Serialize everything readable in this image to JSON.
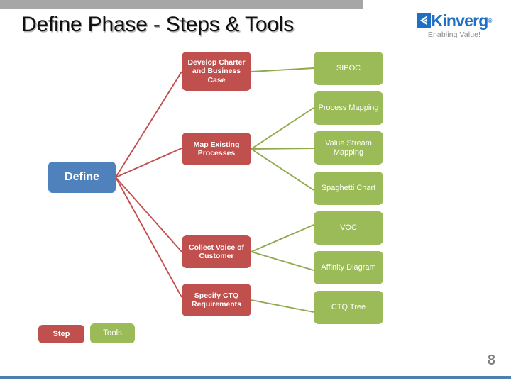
{
  "slide": {
    "title": "Define Phase - Steps & Tools",
    "page_number": "8",
    "accent_blue": "#4f81bd",
    "step_red": "#c0504d",
    "tool_green": "#9bbb59",
    "top_bar_gray": "#a6a6a6",
    "bottom_rule_blue": "#4f7fb0"
  },
  "logo": {
    "word": "Kinverg",
    "registered": "®",
    "tagline": "Enabling Value!",
    "mark_color": "#1f6fc4"
  },
  "diagram": {
    "root": {
      "label": "Define"
    },
    "steps": [
      {
        "label": "Develop Charter and Business Case"
      },
      {
        "label": "Map Existing Processes"
      },
      {
        "label": "Collect Voice of Customer"
      },
      {
        "label": "Specify CTQ Requirements"
      }
    ],
    "tools": [
      {
        "label": "SIPOC"
      },
      {
        "label": "Process Mapping"
      },
      {
        "label": "Value Stream Mapping"
      },
      {
        "label": "Spaghetti Chart"
      },
      {
        "label": "VOC"
      },
      {
        "label": "Affinity Diagram"
      },
      {
        "label": "CTQ Tree"
      }
    ]
  },
  "legend": {
    "step_label": "Step",
    "tools_label": "Tools"
  }
}
